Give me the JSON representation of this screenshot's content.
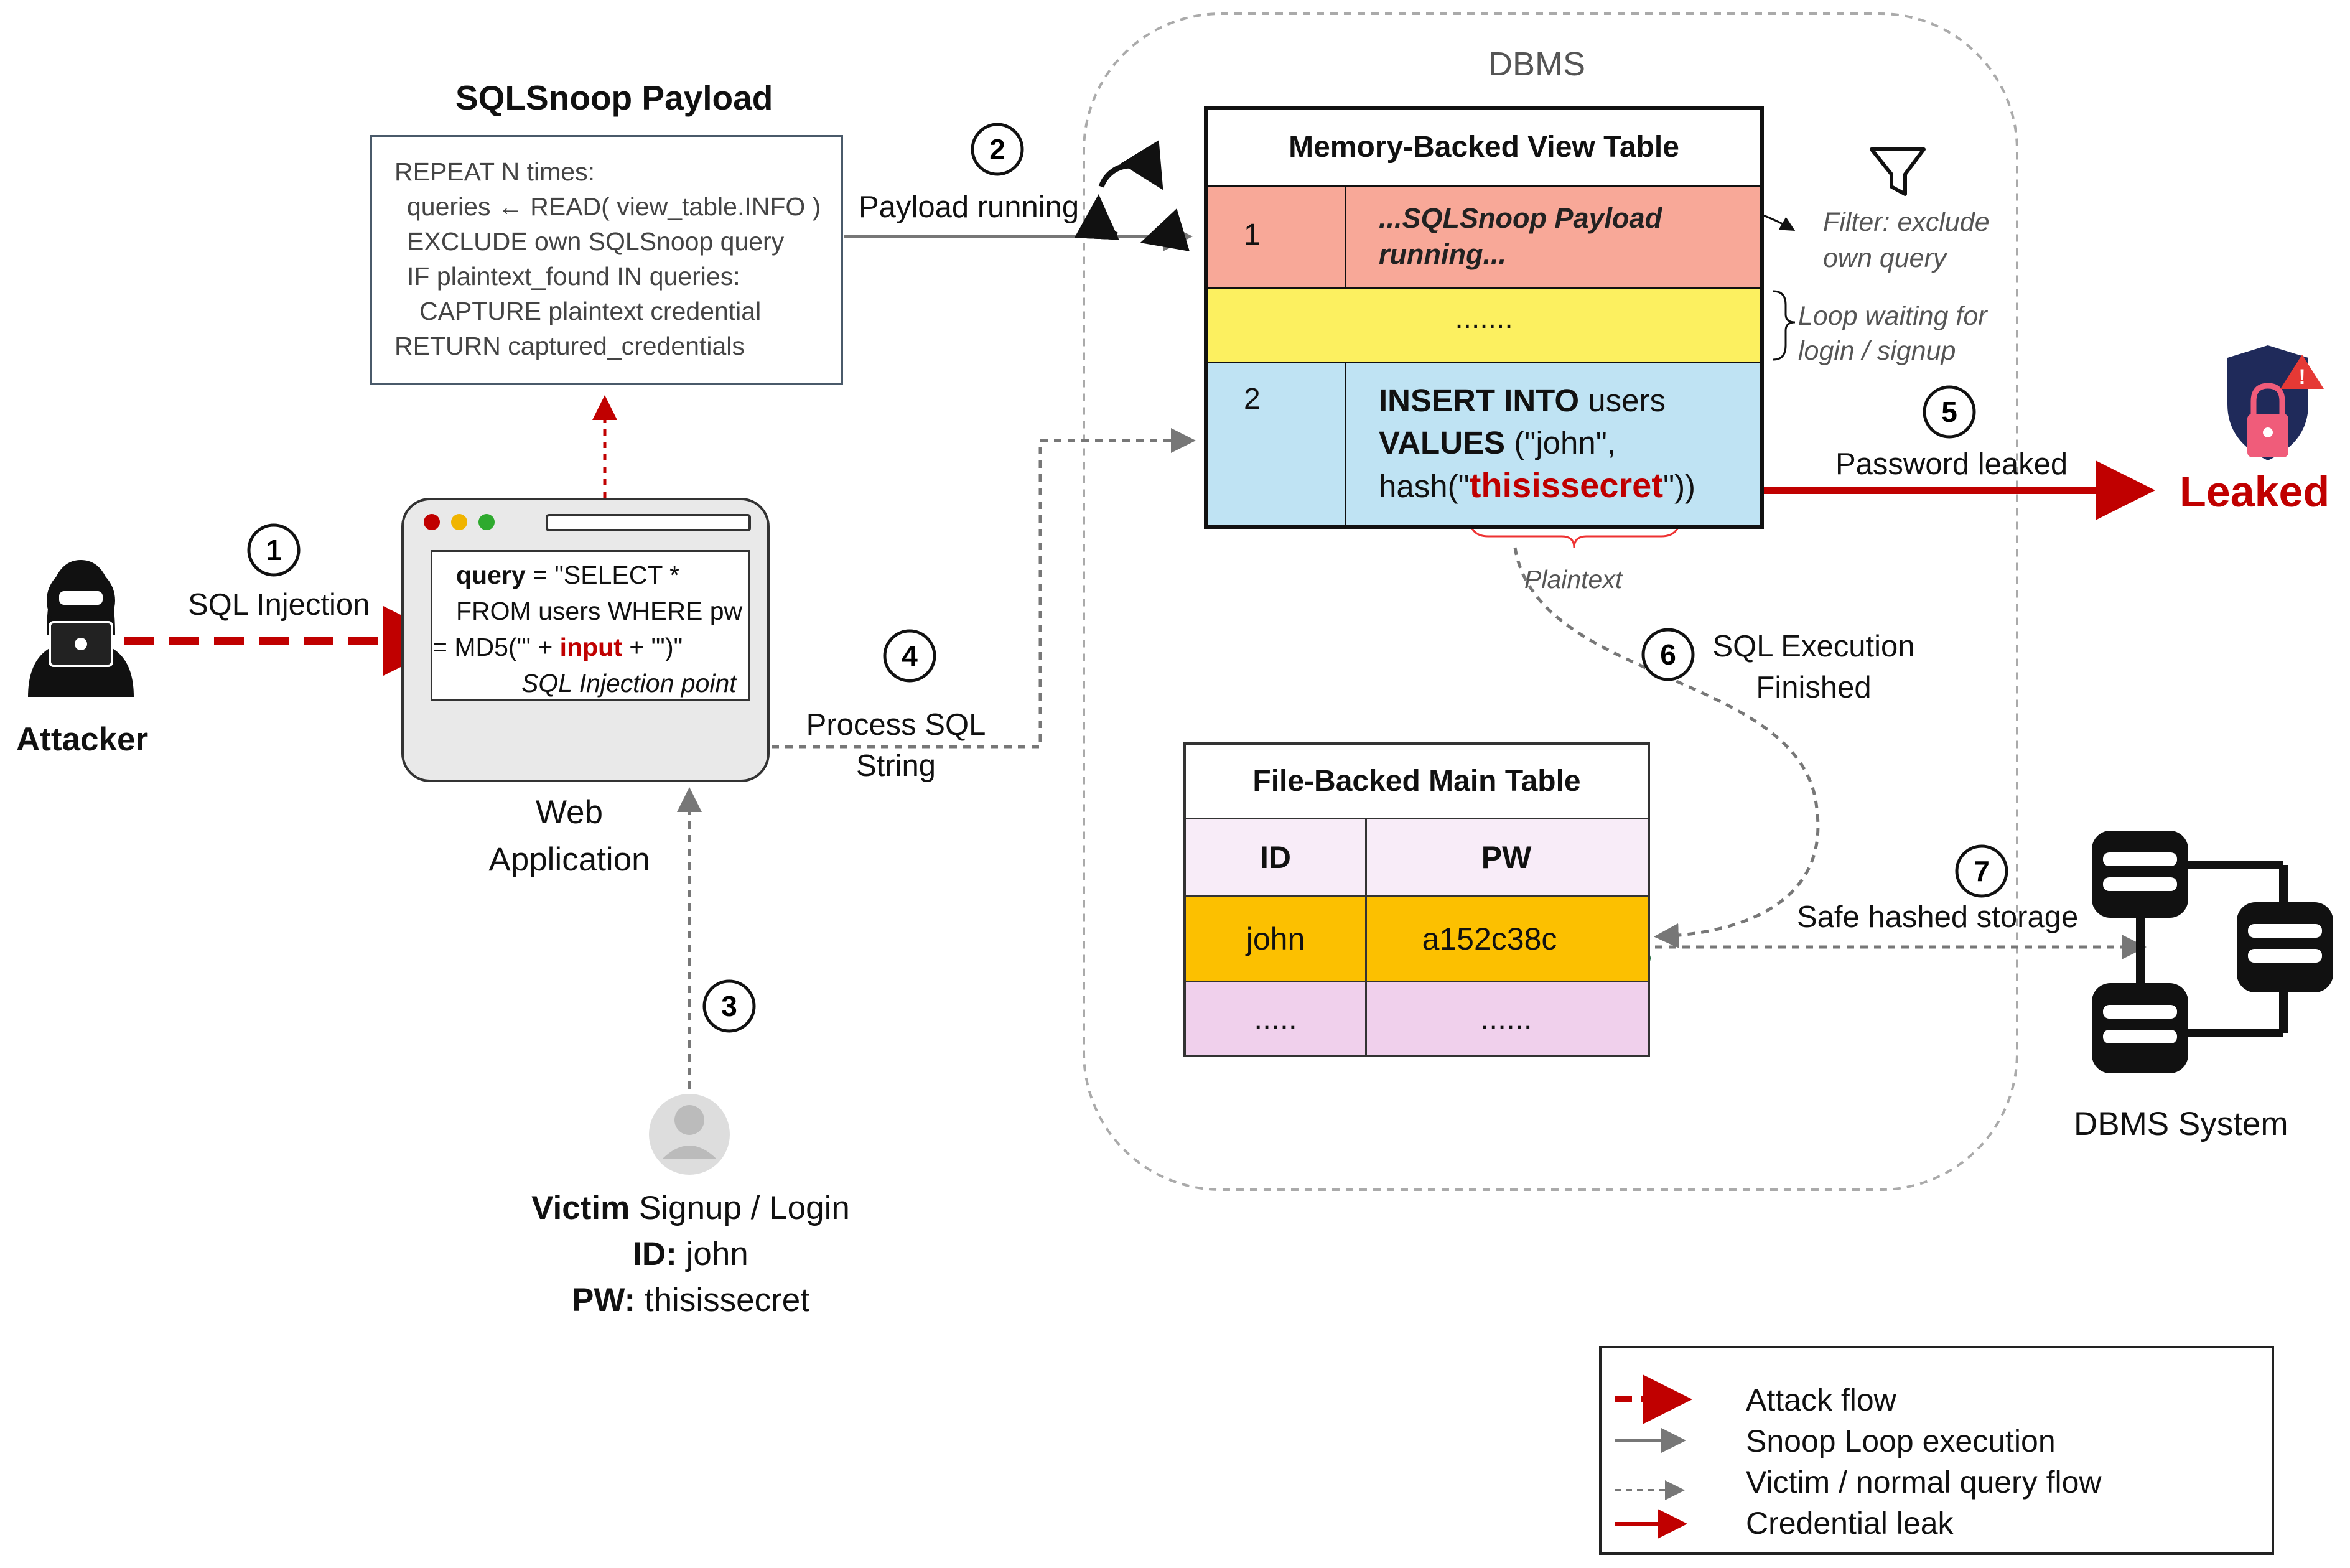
{
  "dbms_label": "DBMS",
  "payload": {
    "title": "SQLSnoop Payload",
    "lines": [
      "REPEAT N times:",
      "  queries ← READ( view_table.INFO )",
      "  EXCLUDE own SQLSnoop query",
      "  IF plaintext_found IN queries:",
      "    CAPTURE plaintext credential",
      "RETURN captured_credentials"
    ]
  },
  "steps": {
    "s1": {
      "num": "1",
      "label": "SQL Injection"
    },
    "s2": {
      "num": "2",
      "label": "Payload running"
    },
    "s3": {
      "num": "3"
    },
    "s4": {
      "num": "4",
      "label_1": "Process SQL",
      "label_2": "String"
    },
    "s5": {
      "num": "5",
      "label": "Password leaked"
    },
    "s6": {
      "num": "6",
      "label_1": "SQL Execution",
      "label_2": "Finished"
    },
    "s7": {
      "num": "7",
      "label": "Safe hashed storage"
    }
  },
  "attacker": {
    "label": "Attacker"
  },
  "webapp": {
    "label_1": "Web",
    "label_2": "Application",
    "query_kw": "query",
    "query_1": " = \"SELECT *",
    "query_2": "FROM users WHERE pw",
    "query_3a": "= MD5('\" + ",
    "query_input": "input",
    "query_3b": " + \"')\"",
    "injection_point": "SQL Injection point"
  },
  "victim": {
    "bold": "Victim",
    "rest": " Signup / Login",
    "id_label": "ID:",
    "id_value": " john",
    "pw_label": "PW:",
    "pw_value": " thisissecret"
  },
  "memory_table": {
    "title": "Memory-Backed View Table",
    "row1_id": "1",
    "row1_text_1": "...SQLSnoop Payload",
    "row1_text_2": "running...",
    "row2_text": ".......",
    "row3_id": "2",
    "row3_insert": "INSERT INTO",
    "row3_users": " users",
    "row3_values": "VALUES",
    "row3_john": " (\"john\",",
    "row3_hash_a": "hash(\"",
    "row3_secret": "thisissecret",
    "row3_hash_b": "\"))"
  },
  "annotations": {
    "filter_1": "Filter: exclude",
    "filter_2": "own query",
    "loop_1": "Loop waiting for",
    "loop_2": "login / signup",
    "plaintext": "Plaintext"
  },
  "leaked": "Leaked",
  "file_table": {
    "title": "File-Backed Main Table",
    "col_id": "ID",
    "col_pw": "PW",
    "row1_id": "john",
    "row1_pw": "a152c38c",
    "row2_id": ".....",
    "row2_pw": "......"
  },
  "dbms_system": "DBMS System",
  "legend": [
    {
      "label": "Attack flow"
    },
    {
      "label": "Snoop Loop execution"
    },
    {
      "label": "Victim / normal query flow"
    },
    {
      "label": "Credential leak"
    }
  ],
  "colors": {
    "attack": "#c00000",
    "snoop": "#777777",
    "victim": "#777777",
    "leak": "#c00000",
    "row_payload": "#f8a898",
    "row_loop": "#fcf060",
    "row_insert": "#bfe3f3"
  }
}
